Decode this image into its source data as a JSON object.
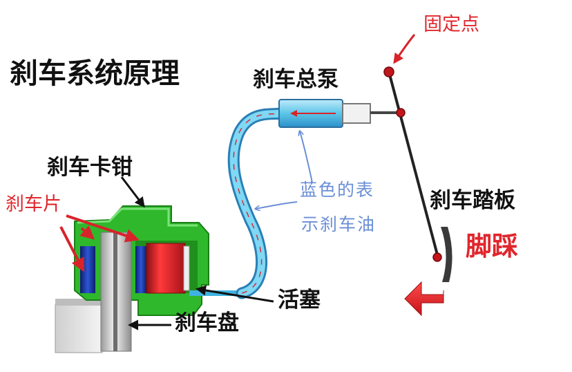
{
  "title": "刹车系统原理",
  "labels": {
    "master_cylinder": "刹车总泵",
    "fixed_point": "固定点",
    "caliper": "刹车卡钳",
    "brake_pads": "刹车片",
    "oil_line1": "蓝色的表",
    "oil_line2": "示刹车油",
    "brake_pedal": "刹车踏板",
    "foot_press": "脚踩",
    "piston": "活塞",
    "brake_disc": "刹车盘"
  },
  "colors": {
    "caliper_green": "#2fb82c",
    "fluid_blue": "#5cc6e8",
    "piston_red": "#e31f26",
    "pad_blue": "#1f3fb0",
    "annotation_red": "#e0262c",
    "annotation_blue": "#6a8ed6"
  }
}
